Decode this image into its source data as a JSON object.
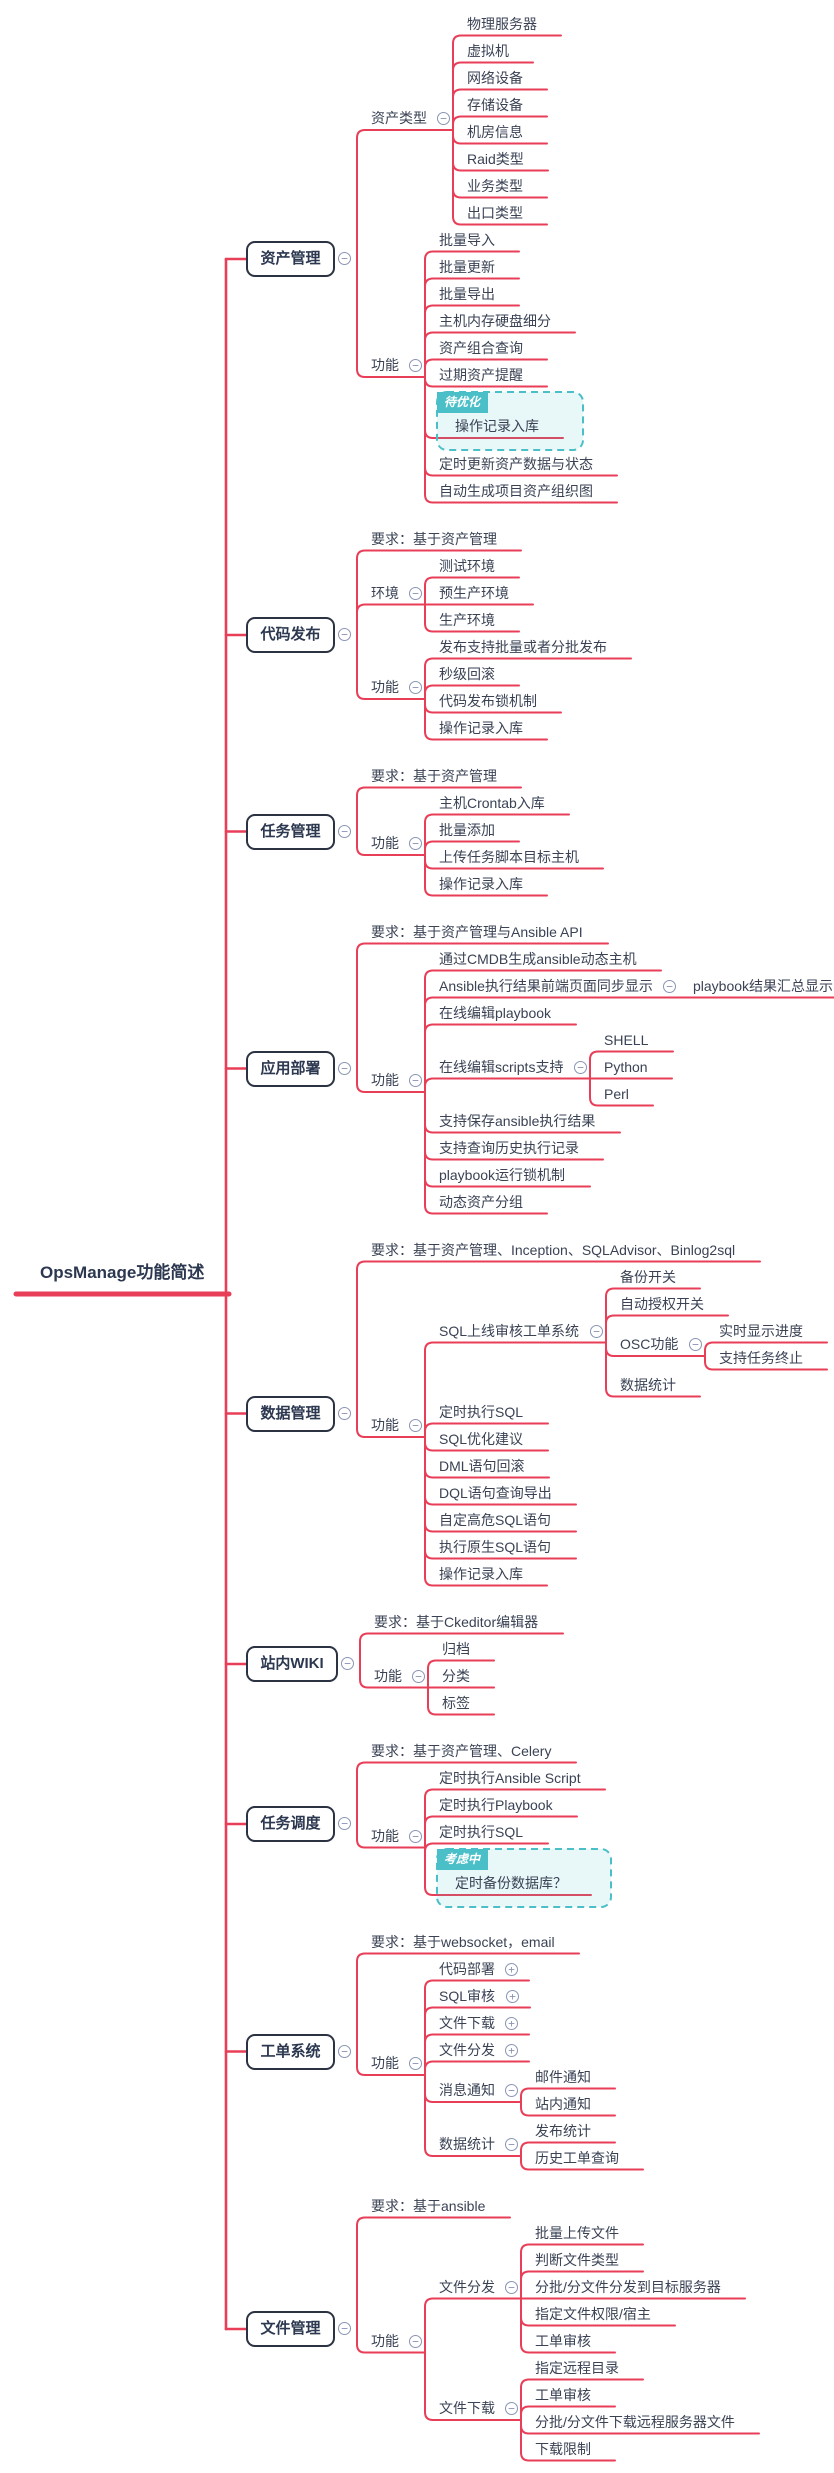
{
  "colors": {
    "line": "#e83e58",
    "text": "#3a4254",
    "box_border": "#2b3343",
    "box_text": "#2c3850",
    "special_border": "#4bbfc7",
    "special_fill": "rgba(75,191,199,0.13)",
    "icon": "#8a95b5",
    "background": "#ffffff"
  },
  "icons": {
    "collapse": "−",
    "expand": "+"
  },
  "tree": {
    "root": {
      "label": "OpsManage功能简述"
    },
    "branches": [
      {
        "label": "资产管理",
        "children": [
          {
            "label": "资产类型",
            "children": [
              {
                "label": "物理服务器"
              },
              {
                "label": "虚拟机"
              },
              {
                "label": "网络设备"
              },
              {
                "label": "存储设备"
              },
              {
                "label": "机房信息"
              },
              {
                "label": "Raid类型"
              },
              {
                "label": "业务类型"
              },
              {
                "label": "出口类型"
              }
            ]
          },
          {
            "label": "功能",
            "children": [
              {
                "label": "批量导入"
              },
              {
                "label": "批量更新"
              },
              {
                "label": "批量导出"
              },
              {
                "label": "主机内存硬盘细分"
              },
              {
                "label": "资产组合查询"
              },
              {
                "label": "过期资产提醒"
              },
              {
                "label": "操作记录入库",
                "tag": "待优化"
              },
              {
                "label": "定时更新资产数据与状态"
              },
              {
                "label": "自动生成项目资产组织图"
              }
            ]
          }
        ]
      },
      {
        "label": "代码发布",
        "children": [
          {
            "label": "要求：基于资产管理"
          },
          {
            "label": "环境",
            "children": [
              {
                "label": "测试环境"
              },
              {
                "label": "预生产环境"
              },
              {
                "label": "生产环境"
              }
            ]
          },
          {
            "label": "功能",
            "children": [
              {
                "label": "发布支持批量或者分批发布"
              },
              {
                "label": "秒级回滚"
              },
              {
                "label": "代码发布锁机制"
              },
              {
                "label": "操作记录入库"
              }
            ]
          }
        ]
      },
      {
        "label": "任务管理",
        "children": [
          {
            "label": "要求：基于资产管理"
          },
          {
            "label": "功能",
            "children": [
              {
                "label": "主机Crontab入库"
              },
              {
                "label": "批量添加"
              },
              {
                "label": "上传任务脚本目标主机"
              },
              {
                "label": "操作记录入库"
              }
            ]
          }
        ]
      },
      {
        "label": "应用部署",
        "children": [
          {
            "label": "要求：基于资产管理与Ansible API"
          },
          {
            "label": "功能",
            "children": [
              {
                "label": "通过CMDB生成ansible动态主机"
              },
              {
                "label": "Ansible执行结果前端页面同步显示",
                "children": [
                  {
                    "label": "playbook结果汇总显示"
                  }
                ]
              },
              {
                "label": "在线编辑playbook"
              },
              {
                "label": "在线编辑scripts支持",
                "children": [
                  {
                    "label": "SHELL"
                  },
                  {
                    "label": "Python"
                  },
                  {
                    "label": "Perl"
                  }
                ]
              },
              {
                "label": "支持保存ansible执行结果"
              },
              {
                "label": "支持查询历史执行记录"
              },
              {
                "label": "playbook运行锁机制"
              },
              {
                "label": "动态资产分组"
              }
            ]
          }
        ]
      },
      {
        "label": "数据管理",
        "children": [
          {
            "label": "要求：基于资产管理、Inception、SQLAdvisor、Binlog2sql"
          },
          {
            "label": "功能",
            "children": [
              {
                "label": "SQL上线审核工单系统",
                "children": [
                  {
                    "label": "备份开关"
                  },
                  {
                    "label": "自动授权开关"
                  },
                  {
                    "label": "OSC功能",
                    "children": [
                      {
                        "label": "实时显示进度"
                      },
                      {
                        "label": "支持任务终止"
                      }
                    ]
                  },
                  {
                    "label": "数据统计"
                  }
                ]
              },
              {
                "label": "定时执行SQL"
              },
              {
                "label": "SQL优化建议"
              },
              {
                "label": "DML语句回滚"
              },
              {
                "label": "DQL语句查询导出"
              },
              {
                "label": "自定高危SQL语句"
              },
              {
                "label": "执行原生SQL语句"
              },
              {
                "label": "操作记录入库"
              }
            ]
          }
        ]
      },
      {
        "label": "站内WIKI",
        "children": [
          {
            "label": "要求：基于Ckeditor编辑器"
          },
          {
            "label": "功能",
            "children": [
              {
                "label": "归档"
              },
              {
                "label": "分类"
              },
              {
                "label": "标签"
              }
            ]
          }
        ]
      },
      {
        "label": "任务调度",
        "children": [
          {
            "label": "要求：基于资产管理、Celery"
          },
          {
            "label": "功能",
            "children": [
              {
                "label": "定时执行Ansible Script"
              },
              {
                "label": "定时执行Playbook"
              },
              {
                "label": "定时执行SQL"
              },
              {
                "label": "定时备份数据库？",
                "tag": "考虑中"
              }
            ]
          }
        ]
      },
      {
        "label": "工单系统",
        "children": [
          {
            "label": "要求：基于websocket，email"
          },
          {
            "label": "功能",
            "children": [
              {
                "label": "代码部署",
                "collapsed": true
              },
              {
                "label": "SQL审核",
                "collapsed": true
              },
              {
                "label": "文件下载",
                "collapsed": true
              },
              {
                "label": "文件分发",
                "collapsed": true
              },
              {
                "label": "消息通知",
                "children": [
                  {
                    "label": "邮件通知"
                  },
                  {
                    "label": "站内通知"
                  }
                ]
              },
              {
                "label": "数据统计",
                "children": [
                  {
                    "label": "发布统计"
                  },
                  {
                    "label": "历史工单查询"
                  }
                ]
              }
            ]
          }
        ]
      },
      {
        "label": "文件管理",
        "children": [
          {
            "label": "要求：基于ansible"
          },
          {
            "label": "功能",
            "children": [
              {
                "label": "文件分发",
                "children": [
                  {
                    "label": "批量上传文件"
                  },
                  {
                    "label": "判断文件类型"
                  },
                  {
                    "label": "分批/分文件分发到目标服务器"
                  },
                  {
                    "label": "指定文件权限/宿主"
                  },
                  {
                    "label": "工单审核"
                  }
                ]
              },
              {
                "label": "文件下载",
                "children": [
                  {
                    "label": "指定远程目录"
                  },
                  {
                    "label": "工单审核"
                  },
                  {
                    "label": "分批/分文件下载远程服务器文件"
                  },
                  {
                    "label": "下载限制"
                  }
                ]
              }
            ]
          }
        ]
      }
    ]
  }
}
